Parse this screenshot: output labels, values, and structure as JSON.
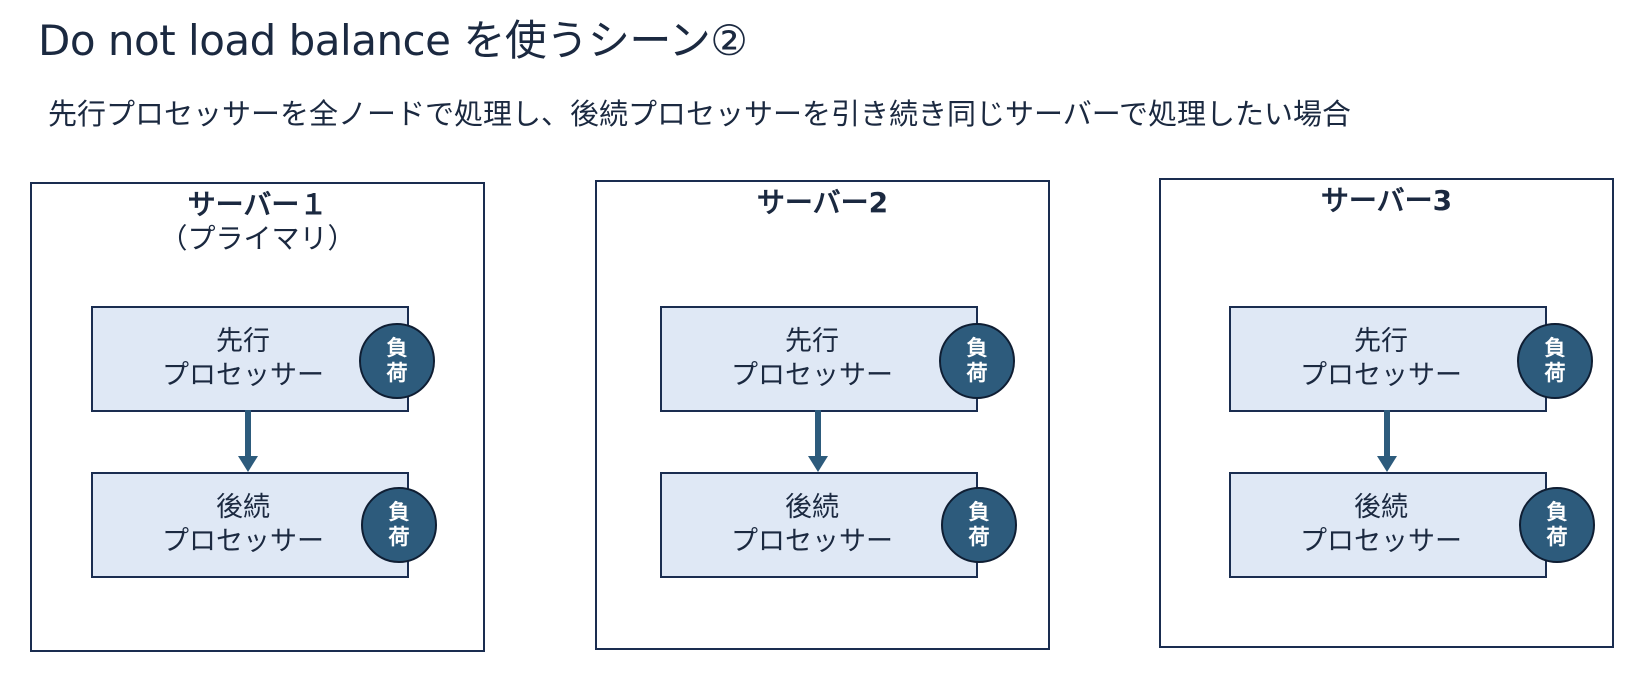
{
  "title": "Do not load balance を使うシーン②",
  "subtitle": "先行プロセッサーを全ノードで処理し、後続プロセッサーを引き続き同じサーバーで処理したい場合",
  "colors": {
    "border": "#1a2d50",
    "processor_fill": "#dfe8f5",
    "badge_fill": "#2d5b7c",
    "arrow": "#2d5b7c"
  },
  "servers": [
    {
      "title": "サーバー１",
      "subtitle": "（プライマリ）",
      "upstream": {
        "line1": "先行",
        "line2": "プロセッサー",
        "badge1": "負",
        "badge2": "荷"
      },
      "downstream": {
        "line1": "後続",
        "line2": "プロセッサー",
        "badge1": "負",
        "badge2": "荷"
      }
    },
    {
      "title": "サーバー2",
      "upstream": {
        "line1": "先行",
        "line2": "プロセッサー",
        "badge1": "負",
        "badge2": "荷"
      },
      "downstream": {
        "line1": "後続",
        "line2": "プロセッサー",
        "badge1": "負",
        "badge2": "荷"
      }
    },
    {
      "title": "サーバー3",
      "upstream": {
        "line1": "先行",
        "line2": "プロセッサー",
        "badge1": "負",
        "badge2": "荷"
      },
      "downstream": {
        "line1": "後続",
        "line2": "プロセッサー",
        "badge1": "負",
        "badge2": "荷"
      }
    }
  ]
}
